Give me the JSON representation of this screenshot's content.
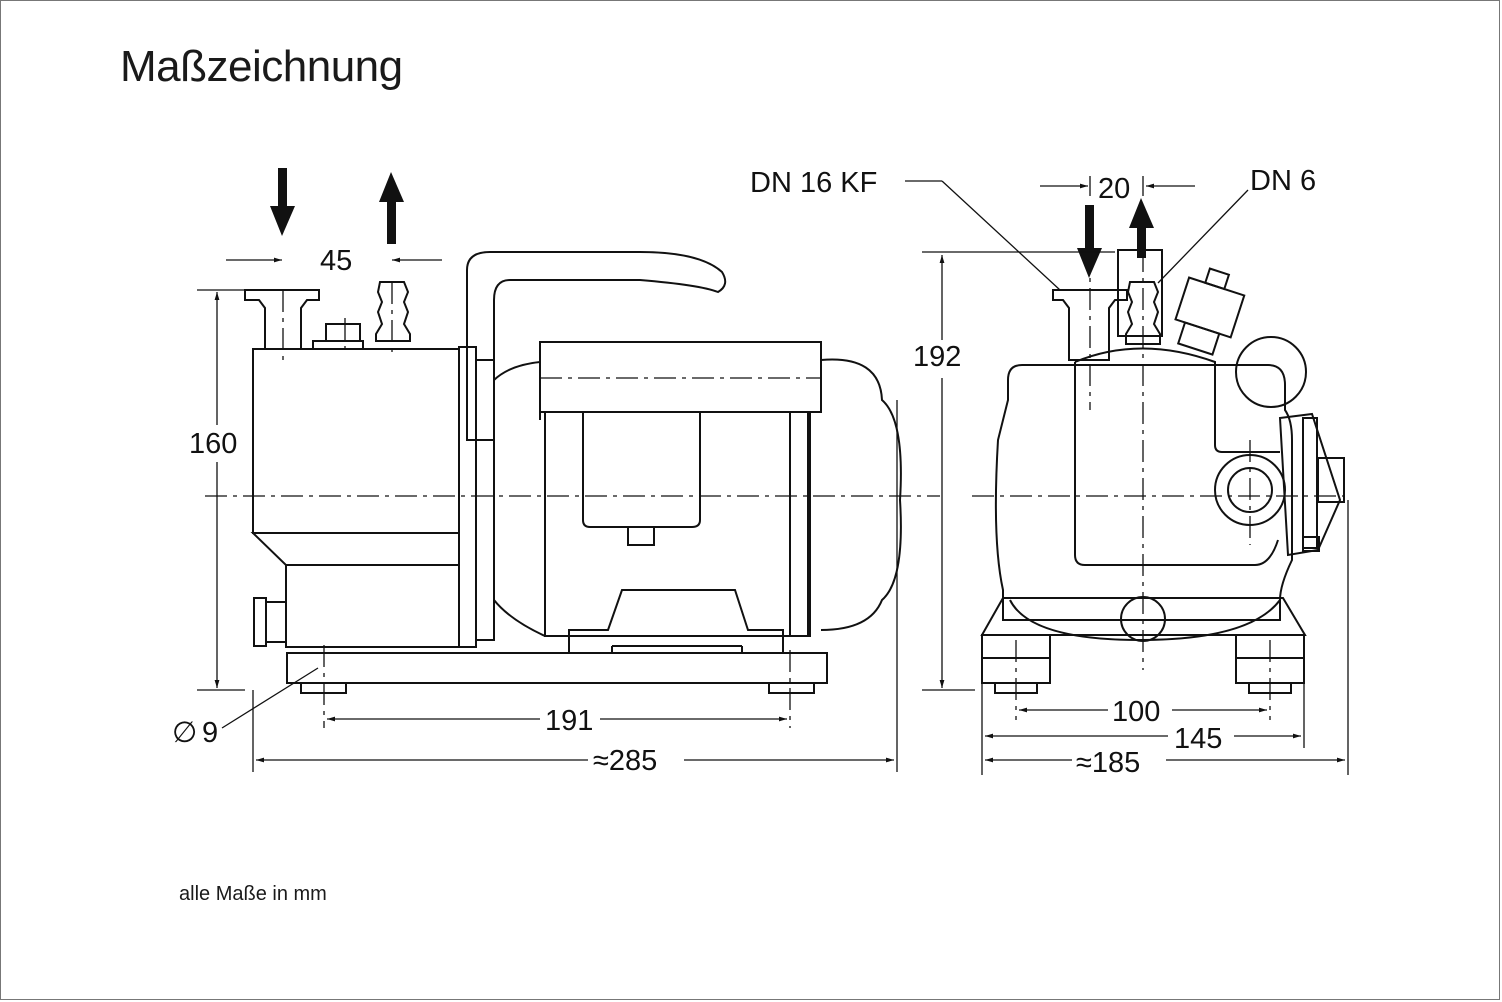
{
  "title": "Maßzeichnung",
  "footnote": "alle Maße in mm",
  "dimensions": {
    "inlet_spacing": "45",
    "height_side": "160",
    "hole_diameter_symbol": "∅",
    "hole_diameter": "9",
    "foot_spacing_side": "191",
    "total_length": "≈285",
    "height_front": "192",
    "flange_spacing": "20",
    "foot_spacing_front": "100",
    "foot_width_front": "145",
    "total_width": "≈185"
  },
  "labels": {
    "inlet_flange": "DN 16 KF",
    "outlet_port": "DN 6"
  },
  "colors": {
    "line": "#111111",
    "frame": "#777777"
  }
}
